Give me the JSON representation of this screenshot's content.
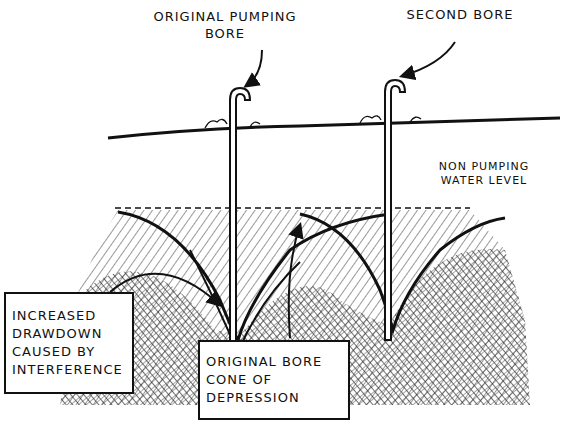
{
  "diagram": {
    "nodes": [
      {
        "text": [
          "INCREASED DRAWDOWN CAUSED BY INTERFERENCE"
        ]
      },
      {
        "text": [
          "ORIGINAL BORE CONE OF DEPRESSION"
        ]
      }
    ],
    "labels": [
      "ORIGINAL PUMPING BORE",
      "SECOND BORE",
      "NON PUMPING WATER LEVEL"
    ]
  }
}
